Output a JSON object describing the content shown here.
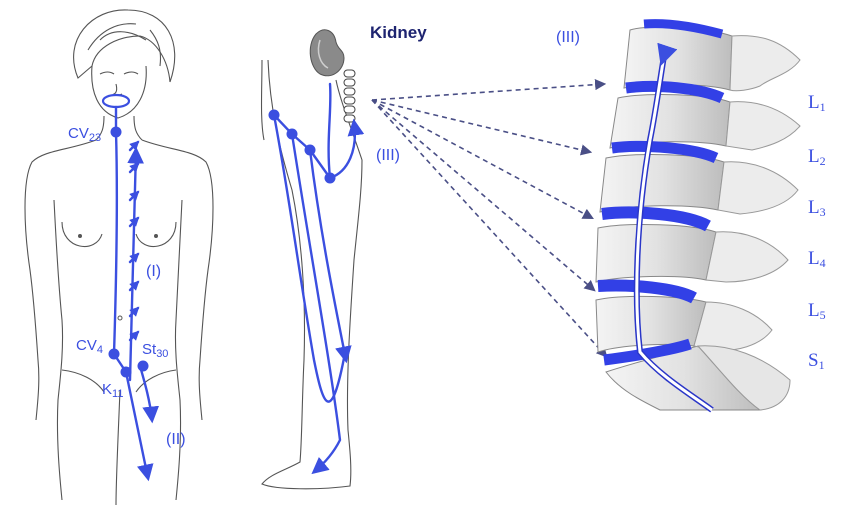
{
  "colors": {
    "meridian": "#3b4fe0",
    "outline": "#555555",
    "arrow": "#4a4f86",
    "kidney_label": "#1e2470",
    "disc": "#3240e6"
  },
  "labels": {
    "cv23": "CV23",
    "cv4": "CV4",
    "st30": "St30",
    "k11": "K11",
    "branch_1": "(I)",
    "branch_2": "(II)",
    "branch_3_leg": "(III)",
    "branch_3_spine": "(III)",
    "kidney": "Kidney"
  },
  "vertebrae": [
    {
      "letter": "L",
      "sub": "1"
    },
    {
      "letter": "L",
      "sub": "2"
    },
    {
      "letter": "L",
      "sub": "3"
    },
    {
      "letter": "L",
      "sub": "4"
    },
    {
      "letter": "L",
      "sub": "5"
    },
    {
      "letter": "S",
      "sub": "1"
    }
  ]
}
